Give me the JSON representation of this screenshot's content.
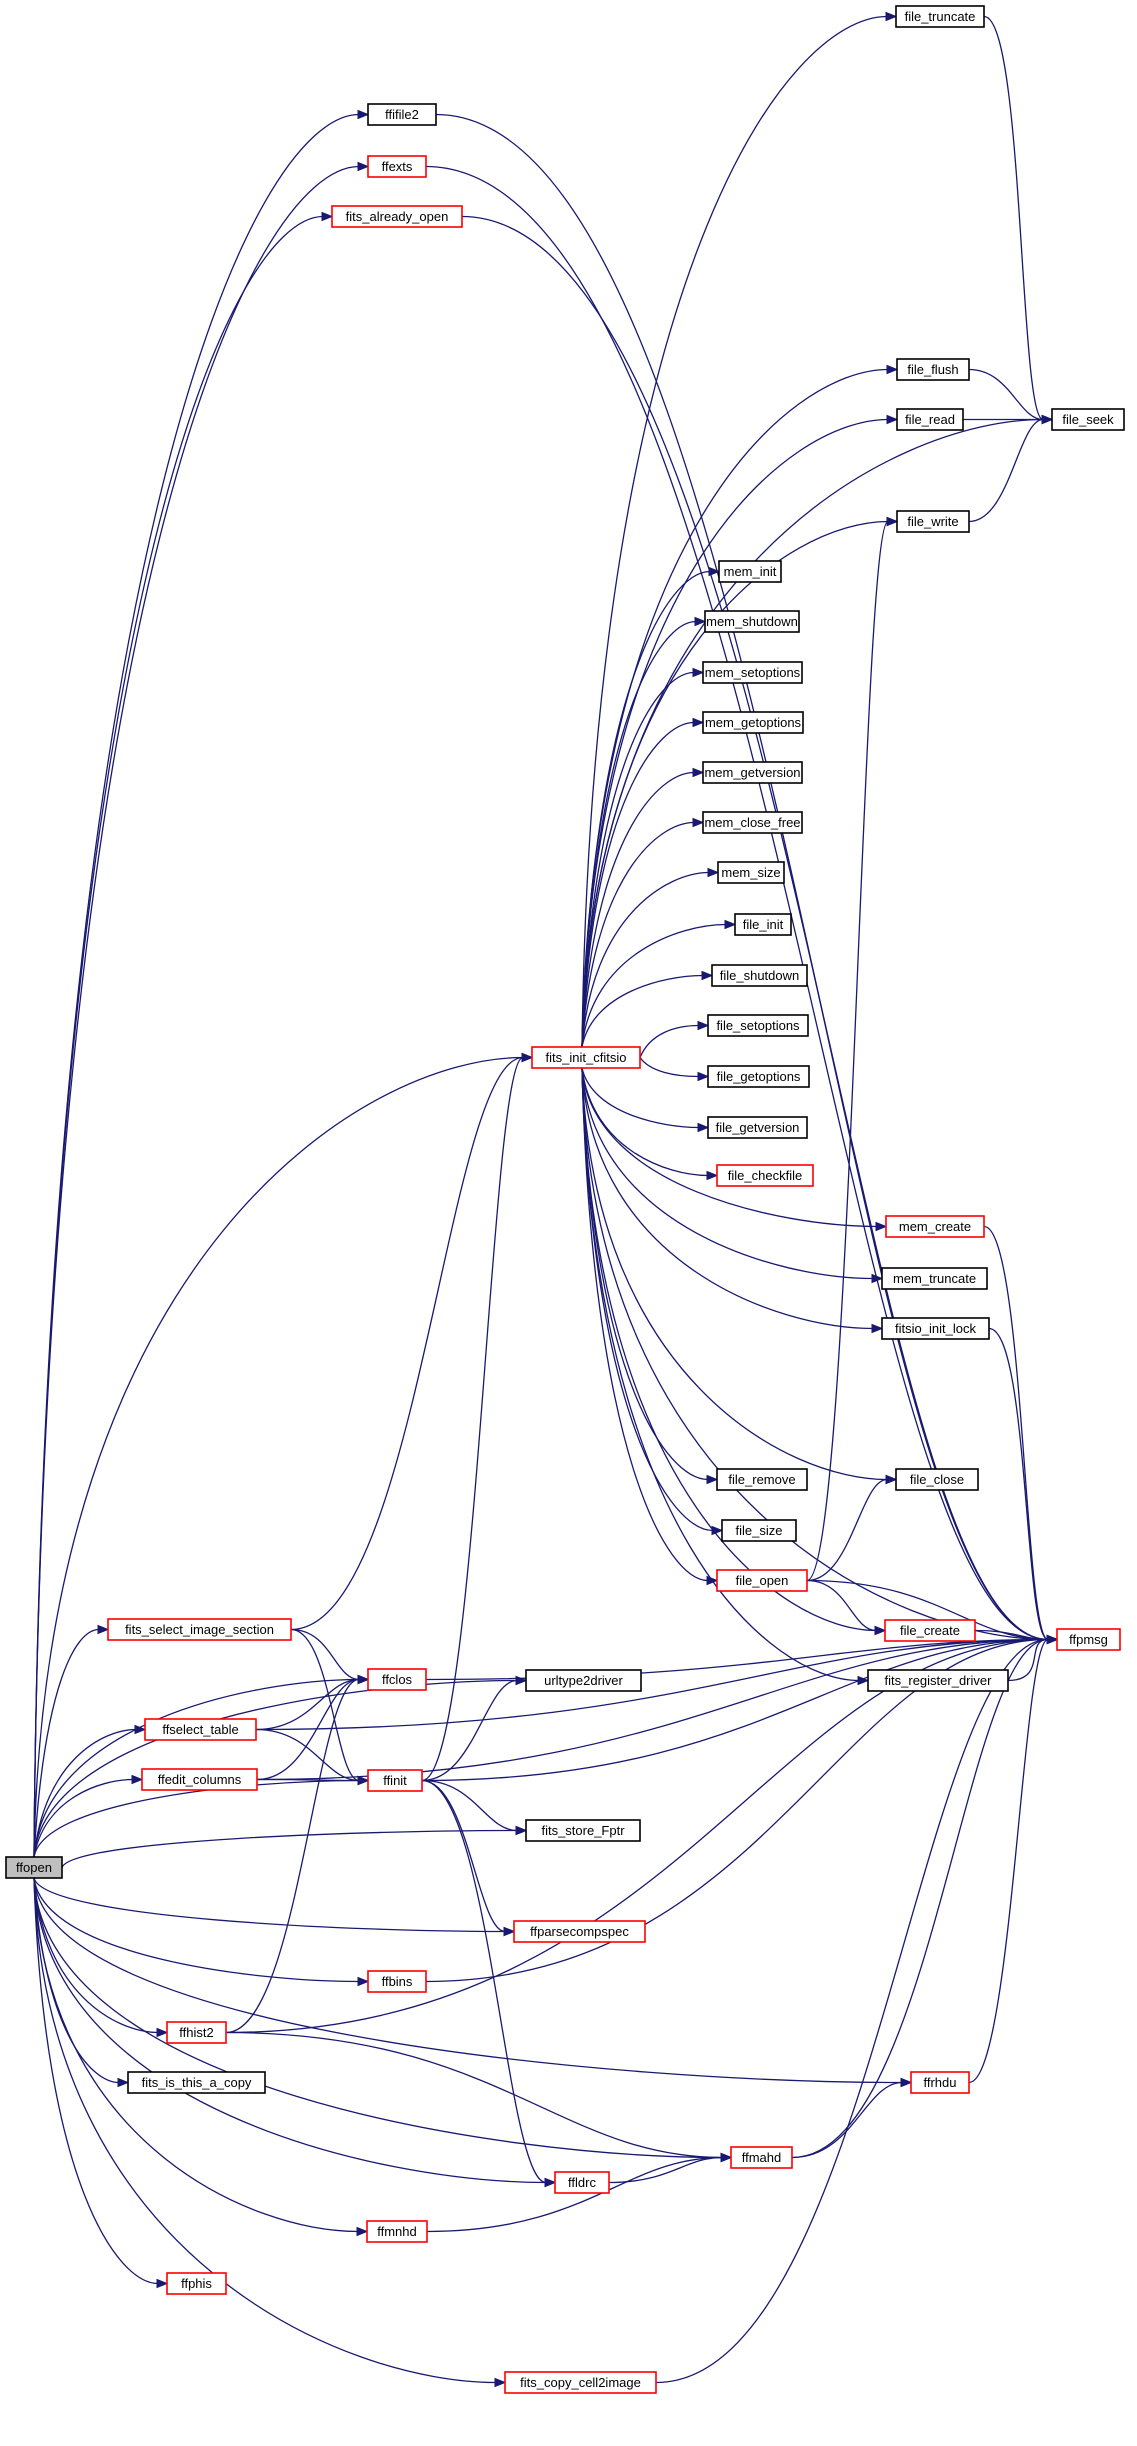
{
  "graph": {
    "edge_color": "#191970",
    "node_border_normal": "#000000",
    "node_border_truncated": "#ff0000",
    "root_fill": "#bfbfbf",
    "nodes": [
      {
        "id": "ffopen",
        "label": "ffopen",
        "style": "root"
      },
      {
        "id": "ffifile2",
        "label": "ffifile2",
        "style": "black"
      },
      {
        "id": "ffexts",
        "label": "ffexts",
        "style": "red"
      },
      {
        "id": "fits_already_open",
        "label": "fits_already_open",
        "style": "red"
      },
      {
        "id": "ffpmsg",
        "label": "ffpmsg",
        "style": "red"
      },
      {
        "id": "fits_init_cfitsio",
        "label": "fits_init_cfitsio",
        "style": "red"
      },
      {
        "id": "file_truncate",
        "label": "file_truncate",
        "style": "black"
      },
      {
        "id": "file_seek",
        "label": "file_seek",
        "style": "black"
      },
      {
        "id": "file_flush",
        "label": "file_flush",
        "style": "black"
      },
      {
        "id": "file_read",
        "label": "file_read",
        "style": "black"
      },
      {
        "id": "file_write",
        "label": "file_write",
        "style": "black"
      },
      {
        "id": "mem_init",
        "label": "mem_init",
        "style": "black"
      },
      {
        "id": "mem_shutdown",
        "label": "mem_shutdown",
        "style": "black"
      },
      {
        "id": "mem_setoptions",
        "label": "mem_setoptions",
        "style": "black"
      },
      {
        "id": "mem_getoptions",
        "label": "mem_getoptions",
        "style": "black"
      },
      {
        "id": "mem_getversion",
        "label": "mem_getversion",
        "style": "black"
      },
      {
        "id": "mem_close_free",
        "label": "mem_close_free",
        "style": "black"
      },
      {
        "id": "mem_size",
        "label": "mem_size",
        "style": "black"
      },
      {
        "id": "file_init",
        "label": "file_init",
        "style": "black"
      },
      {
        "id": "file_shutdown",
        "label": "file_shutdown",
        "style": "black"
      },
      {
        "id": "file_setoptions",
        "label": "file_setoptions",
        "style": "black"
      },
      {
        "id": "file_getoptions",
        "label": "file_getoptions",
        "style": "black"
      },
      {
        "id": "file_getversion",
        "label": "file_getversion",
        "style": "black"
      },
      {
        "id": "file_checkfile",
        "label": "file_checkfile",
        "style": "red"
      },
      {
        "id": "mem_create",
        "label": "mem_create",
        "style": "red"
      },
      {
        "id": "mem_truncate",
        "label": "mem_truncate",
        "style": "black"
      },
      {
        "id": "fitsio_init_lock",
        "label": "fitsio_init_lock",
        "style": "black"
      },
      {
        "id": "file_remove",
        "label": "file_remove",
        "style": "black"
      },
      {
        "id": "file_close",
        "label": "file_close",
        "style": "black"
      },
      {
        "id": "file_size",
        "label": "file_size",
        "style": "black"
      },
      {
        "id": "file_open",
        "label": "file_open",
        "style": "red"
      },
      {
        "id": "file_create",
        "label": "file_create",
        "style": "red"
      },
      {
        "id": "fits_register_driver",
        "label": "fits_register_driver",
        "style": "black"
      },
      {
        "id": "fits_select_image_section",
        "label": "fits_select_image_section",
        "style": "red"
      },
      {
        "id": "ffclos",
        "label": "ffclos",
        "style": "red"
      },
      {
        "id": "urltype2driver",
        "label": "urltype2driver",
        "style": "black"
      },
      {
        "id": "ffselect_table",
        "label": "ffselect_table",
        "style": "red"
      },
      {
        "id": "ffedit_columns",
        "label": "ffedit_columns",
        "style": "red"
      },
      {
        "id": "ffinit",
        "label": "ffinit",
        "style": "red"
      },
      {
        "id": "fits_store_Fptr",
        "label": "fits_store_Fptr",
        "style": "black"
      },
      {
        "id": "ffparsecompspec",
        "label": "ffparsecompspec",
        "style": "red"
      },
      {
        "id": "ffbins",
        "label": "ffbins",
        "style": "red"
      },
      {
        "id": "ffhist2",
        "label": "ffhist2",
        "style": "red"
      },
      {
        "id": "fits_is_this_a_copy",
        "label": "fits_is_this_a_copy",
        "style": "black"
      },
      {
        "id": "ffrhdu",
        "label": "ffrhdu",
        "style": "red"
      },
      {
        "id": "ffmahd",
        "label": "ffmahd",
        "style": "red"
      },
      {
        "id": "ffldrc",
        "label": "ffldrc",
        "style": "red"
      },
      {
        "id": "ffmnhd",
        "label": "ffmnhd",
        "style": "red"
      },
      {
        "id": "ffphis",
        "label": "ffphis",
        "style": "red"
      },
      {
        "id": "fits_copy_cell2image",
        "label": "fits_copy_cell2image",
        "style": "red"
      }
    ],
    "edges": [
      [
        "ffopen",
        "ffifile2"
      ],
      [
        "ffopen",
        "ffexts"
      ],
      [
        "ffopen",
        "fits_already_open"
      ],
      [
        "ffopen",
        "fits_init_cfitsio"
      ],
      [
        "ffopen",
        "fits_select_image_section"
      ],
      [
        "ffopen",
        "ffclos"
      ],
      [
        "ffopen",
        "urltype2driver"
      ],
      [
        "ffopen",
        "ffselect_table"
      ],
      [
        "ffopen",
        "ffedit_columns"
      ],
      [
        "ffopen",
        "ffinit"
      ],
      [
        "ffopen",
        "fits_store_Fptr"
      ],
      [
        "ffopen",
        "ffparsecompspec"
      ],
      [
        "ffopen",
        "ffbins"
      ],
      [
        "ffopen",
        "ffhist2"
      ],
      [
        "ffopen",
        "fits_is_this_a_copy"
      ],
      [
        "ffopen",
        "ffrhdu"
      ],
      [
        "ffopen",
        "ffldrc"
      ],
      [
        "ffopen",
        "ffmnhd"
      ],
      [
        "ffopen",
        "ffmahd"
      ],
      [
        "ffopen",
        "ffphis"
      ],
      [
        "ffopen",
        "fits_copy_cell2image"
      ],
      [
        "ffifile2",
        "ffpmsg"
      ],
      [
        "ffexts",
        "ffpmsg"
      ],
      [
        "fits_already_open",
        "ffpmsg"
      ],
      [
        "fits_init_cfitsio",
        "ffpmsg"
      ],
      [
        "fits_init_cfitsio",
        "file_truncate"
      ],
      [
        "fits_init_cfitsio",
        "file_flush"
      ],
      [
        "fits_init_cfitsio",
        "file_read"
      ],
      [
        "fits_init_cfitsio",
        "file_seek"
      ],
      [
        "fits_init_cfitsio",
        "file_write"
      ],
      [
        "fits_init_cfitsio",
        "mem_init"
      ],
      [
        "fits_init_cfitsio",
        "mem_shutdown"
      ],
      [
        "fits_init_cfitsio",
        "mem_setoptions"
      ],
      [
        "fits_init_cfitsio",
        "mem_getoptions"
      ],
      [
        "fits_init_cfitsio",
        "mem_getversion"
      ],
      [
        "fits_init_cfitsio",
        "mem_close_free"
      ],
      [
        "fits_init_cfitsio",
        "mem_size"
      ],
      [
        "fits_init_cfitsio",
        "file_init"
      ],
      [
        "fits_init_cfitsio",
        "file_shutdown"
      ],
      [
        "fits_init_cfitsio",
        "file_setoptions"
      ],
      [
        "fits_init_cfitsio",
        "file_getoptions"
      ],
      [
        "fits_init_cfitsio",
        "file_getversion"
      ],
      [
        "fits_init_cfitsio",
        "file_checkfile"
      ],
      [
        "fits_init_cfitsio",
        "mem_create"
      ],
      [
        "fits_init_cfitsio",
        "mem_truncate"
      ],
      [
        "fits_init_cfitsio",
        "fitsio_init_lock"
      ],
      [
        "fits_init_cfitsio",
        "file_remove"
      ],
      [
        "fits_init_cfitsio",
        "file_close"
      ],
      [
        "fits_init_cfitsio",
        "file_size"
      ],
      [
        "fits_init_cfitsio",
        "file_open"
      ],
      [
        "fits_init_cfitsio",
        "file_create"
      ],
      [
        "fits_init_cfitsio",
        "fits_register_driver"
      ],
      [
        "file_truncate",
        "file_seek"
      ],
      [
        "file_flush",
        "file_seek"
      ],
      [
        "file_read",
        "file_seek"
      ],
      [
        "file_write",
        "file_seek"
      ],
      [
        "mem_create",
        "ffpmsg"
      ],
      [
        "fitsio_init_lock",
        "ffpmsg"
      ],
      [
        "file_open",
        "file_write"
      ],
      [
        "file_open",
        "file_close"
      ],
      [
        "file_open",
        "file_create"
      ],
      [
        "file_open",
        "ffpmsg"
      ],
      [
        "file_create",
        "ffpmsg"
      ],
      [
        "fits_register_driver",
        "ffpmsg"
      ],
      [
        "fits_select_image_section",
        "fits_init_cfitsio"
      ],
      [
        "fits_select_image_section",
        "ffclos"
      ],
      [
        "fits_select_image_section",
        "ffinit"
      ],
      [
        "ffclos",
        "ffpmsg"
      ],
      [
        "ffselect_table",
        "ffclos"
      ],
      [
        "ffselect_table",
        "ffinit"
      ],
      [
        "ffselect_table",
        "ffpmsg"
      ],
      [
        "ffedit_columns",
        "ffclos"
      ],
      [
        "ffedit_columns",
        "ffinit"
      ],
      [
        "ffedit_columns",
        "ffpmsg"
      ],
      [
        "ffinit",
        "fits_init_cfitsio"
      ],
      [
        "ffinit",
        "urltype2driver"
      ],
      [
        "ffinit",
        "ffpmsg"
      ],
      [
        "ffinit",
        "fits_store_Fptr"
      ],
      [
        "ffinit",
        "ffparsecompspec"
      ],
      [
        "ffinit",
        "ffldrc"
      ],
      [
        "ffbins",
        "ffpmsg"
      ],
      [
        "ffhist2",
        "ffclos"
      ],
      [
        "ffhist2",
        "ffpmsg"
      ],
      [
        "ffhist2",
        "ffmahd"
      ],
      [
        "ffrhdu",
        "ffpmsg"
      ],
      [
        "ffmahd",
        "ffrhdu"
      ],
      [
        "ffmahd",
        "ffpmsg"
      ],
      [
        "ffldrc",
        "ffmahd"
      ],
      [
        "ffmnhd",
        "ffmahd"
      ],
      [
        "fits_copy_cell2image",
        "ffpmsg"
      ]
    ]
  }
}
